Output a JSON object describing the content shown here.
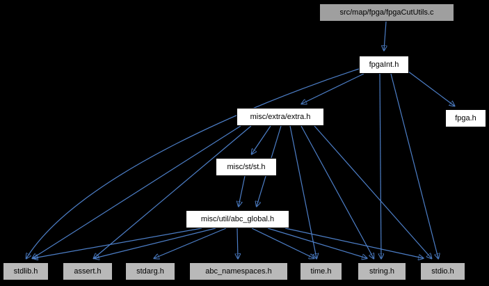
{
  "diagram": {
    "kind": "include-dependency-graph",
    "background_color": "#000000",
    "edge_color": "#4d7fc8",
    "node_fill_internal": "#ffffff",
    "node_fill_external": "#b9b9b9",
    "node_fill_root": "#9f9f9f",
    "nodes": {
      "root": {
        "label": "src/map/fpga/fpgaCutUtils.c"
      },
      "fpgaint": {
        "label": "fpgaInt.h"
      },
      "extra": {
        "label": "misc/extra/extra.h"
      },
      "fpga": {
        "label": "fpga.h"
      },
      "st": {
        "label": "misc/st/st.h"
      },
      "abc_global": {
        "label": "misc/util/abc_global.h"
      },
      "stdlib": {
        "label": "stdlib.h"
      },
      "assert": {
        "label": "assert.h"
      },
      "stdarg": {
        "label": "stdarg.h"
      },
      "abc_namespaces": {
        "label": "abc_namespaces.h"
      },
      "time": {
        "label": "time.h"
      },
      "string": {
        "label": "string.h"
      },
      "stdio": {
        "label": "stdio.h"
      }
    },
    "edges": [
      {
        "from": "src/map/fpga/fpgaCutUtils.c",
        "to": "fpgaInt.h"
      },
      {
        "from": "fpgaInt.h",
        "to": "misc/extra/extra.h"
      },
      {
        "from": "fpgaInt.h",
        "to": "fpga.h"
      },
      {
        "from": "fpgaInt.h",
        "to": "stdlib.h"
      },
      {
        "from": "fpgaInt.h",
        "to": "string.h"
      },
      {
        "from": "fpgaInt.h",
        "to": "stdio.h"
      },
      {
        "from": "misc/extra/extra.h",
        "to": "misc/st/st.h"
      },
      {
        "from": "misc/extra/extra.h",
        "to": "stdlib.h"
      },
      {
        "from": "misc/extra/extra.h",
        "to": "assert.h"
      },
      {
        "from": "misc/extra/extra.h",
        "to": "misc/util/abc_global.h"
      },
      {
        "from": "misc/extra/extra.h",
        "to": "time.h"
      },
      {
        "from": "misc/extra/extra.h",
        "to": "string.h"
      },
      {
        "from": "misc/extra/extra.h",
        "to": "stdio.h"
      },
      {
        "from": "misc/st/st.h",
        "to": "misc/util/abc_global.h"
      },
      {
        "from": "misc/util/abc_global.h",
        "to": "stdlib.h"
      },
      {
        "from": "misc/util/abc_global.h",
        "to": "assert.h"
      },
      {
        "from": "misc/util/abc_global.h",
        "to": "stdarg.h"
      },
      {
        "from": "misc/util/abc_global.h",
        "to": "abc_namespaces.h"
      },
      {
        "from": "misc/util/abc_global.h",
        "to": "time.h"
      },
      {
        "from": "misc/util/abc_global.h",
        "to": "string.h"
      },
      {
        "from": "misc/util/abc_global.h",
        "to": "stdio.h"
      }
    ]
  }
}
